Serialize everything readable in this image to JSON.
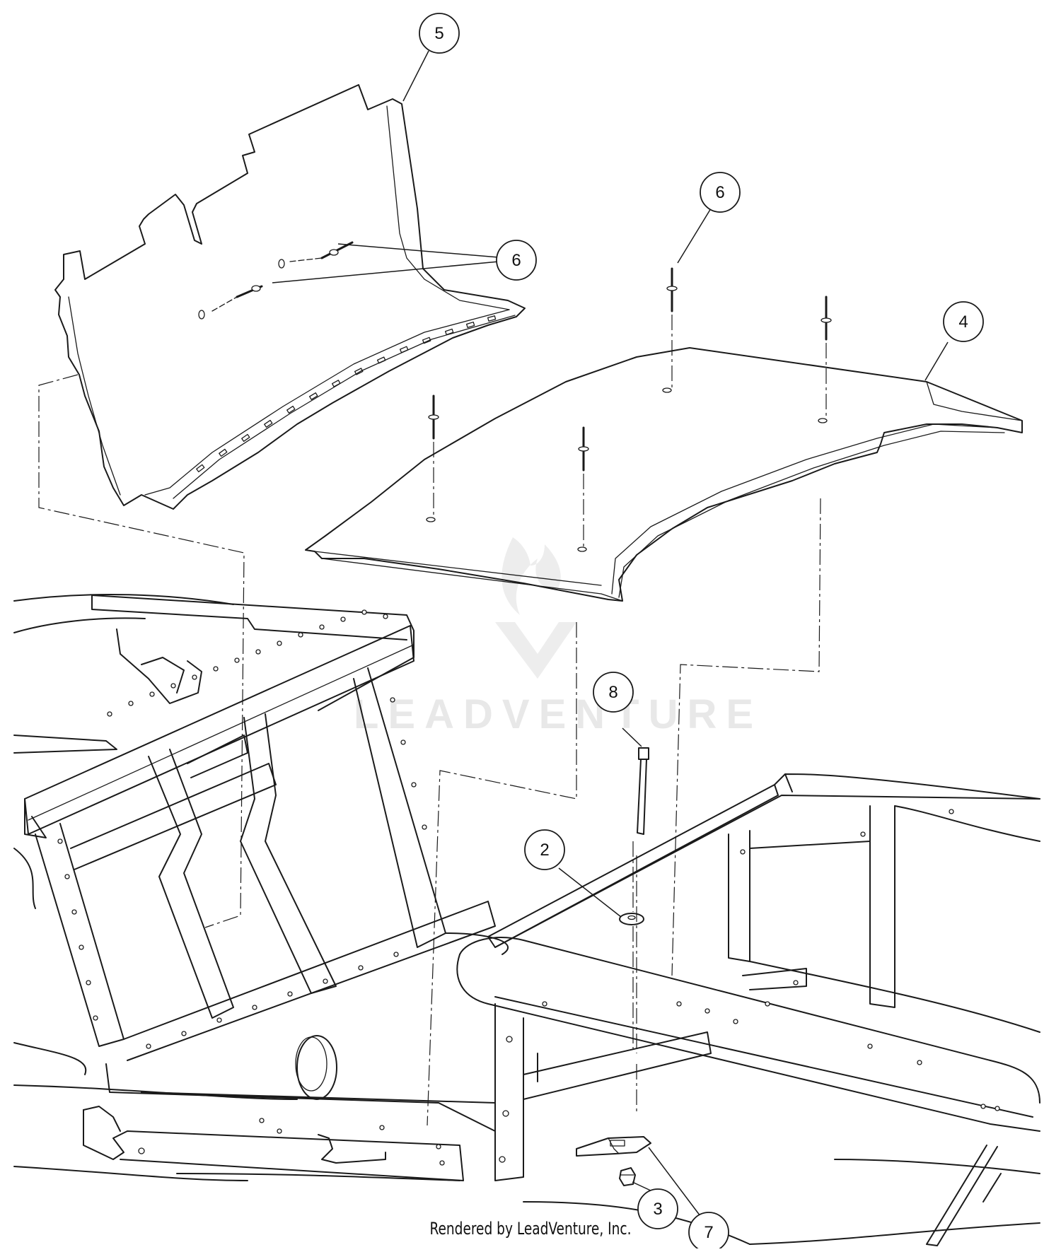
{
  "diagram": {
    "callouts": [
      {
        "id": "c5",
        "label": "5"
      },
      {
        "id": "c6a",
        "label": "6"
      },
      {
        "id": "c6b",
        "label": "6"
      },
      {
        "id": "c4",
        "label": "4"
      },
      {
        "id": "c8",
        "label": "8"
      },
      {
        "id": "c2",
        "label": "2"
      },
      {
        "id": "c3",
        "label": "3"
      },
      {
        "id": "c7",
        "label": "7"
      }
    ],
    "watermark": "LEADVENTURE",
    "footer": "Rendered by LeadVenture, Inc.",
    "line_color": "#1a1a1a",
    "watermark_color": "#d6d6d6"
  }
}
